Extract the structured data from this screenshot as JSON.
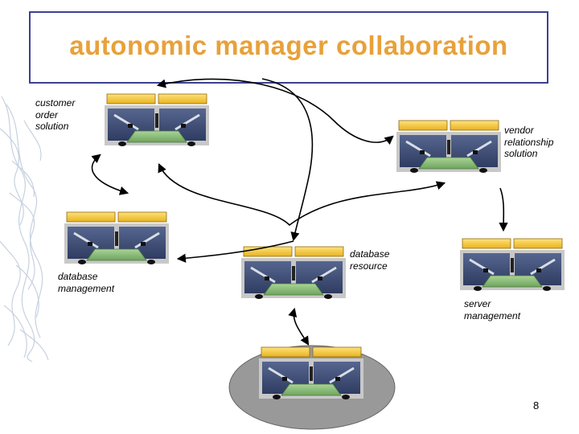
{
  "slide": {
    "title": "autonomic manager collaboration",
    "page_number": "8"
  },
  "managers": [
    {
      "id": "customer-order",
      "label_lines": [
        "customer",
        "order",
        "solution"
      ]
    },
    {
      "id": "vendor-relationship",
      "label_lines": [
        "vendor",
        "relationship",
        "solution"
      ]
    },
    {
      "id": "database-management",
      "label_lines": [
        "database",
        "management"
      ]
    },
    {
      "id": "database-resource",
      "label_lines": [
        "database",
        "resource"
      ]
    },
    {
      "id": "server-management",
      "label_lines": [
        "server",
        "management"
      ]
    },
    {
      "id": "resource",
      "label_lines": []
    }
  ],
  "colors": {
    "title": "#e8a13a",
    "title_border": "#3b4191",
    "pad": "#f2c43d",
    "screen": "#3d4d78",
    "hub": "#8fbf7a",
    "base": "#c8c8c8",
    "ellipse": "#999999",
    "arrow": "#000000"
  }
}
